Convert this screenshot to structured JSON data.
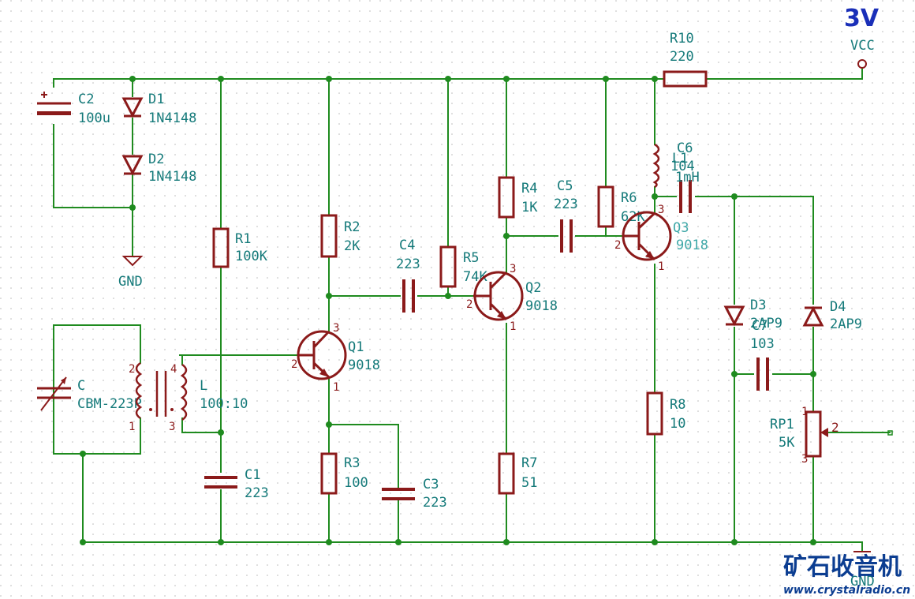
{
  "title": "3V",
  "power": {
    "vcc": "VCC",
    "gnd1": "GND",
    "gnd2": "GND"
  },
  "components": {
    "C2": {
      "ref": "C2",
      "value": "100u"
    },
    "D1": {
      "ref": "D1",
      "value": "1N4148"
    },
    "D2": {
      "ref": "D2",
      "value": "1N4148"
    },
    "R1": {
      "ref": "R1",
      "value": "100K"
    },
    "R2": {
      "ref": "R2",
      "value": "2K"
    },
    "R3": {
      "ref": "R3",
      "value": "100"
    },
    "R4": {
      "ref": "R4",
      "value": "1K"
    },
    "R5": {
      "ref": "R5",
      "value": "74K"
    },
    "R6": {
      "ref": "R6",
      "value": "62K"
    },
    "R7": {
      "ref": "R7",
      "value": "51"
    },
    "R8": {
      "ref": "R8",
      "value": "10"
    },
    "R10": {
      "ref": "R10",
      "value": "220"
    },
    "C": {
      "ref": "C",
      "value": "CBM-223P"
    },
    "L": {
      "ref": "L",
      "value": "100:10"
    },
    "C1": {
      "ref": "C1",
      "value": "223"
    },
    "C3": {
      "ref": "C3",
      "value": "223"
    },
    "C4": {
      "ref": "C4",
      "value": "223"
    },
    "C5": {
      "ref": "C5",
      "value": "223"
    },
    "C6": {
      "ref": "C6",
      "value": "104"
    },
    "L1": {
      "ref": "L1",
      "value": "1mH"
    },
    "C7": {
      "ref": "C7",
      "value": "103"
    },
    "Q1": {
      "ref": "Q1",
      "value": "9018"
    },
    "Q2": {
      "ref": "Q2",
      "value": "9018"
    },
    "Q3": {
      "ref": "Q3",
      "value": "9018"
    },
    "D3": {
      "ref": "D3",
      "value": "2AP9"
    },
    "D4": {
      "ref": "D4",
      "value": "2AP9"
    },
    "RP1": {
      "ref": "RP1",
      "value": "5K"
    }
  },
  "pins": {
    "p1": "1",
    "p2": "2",
    "p3": "3",
    "p4": "4"
  },
  "logo": {
    "cn": "矿石收音机",
    "url": "www.crystalradio.cn"
  },
  "colors": {
    "wire": "#1f8b1f",
    "component": "#8b1a1a",
    "label": "#157a7a",
    "title": "#1a2fb8",
    "logo": "#0b3d91"
  }
}
